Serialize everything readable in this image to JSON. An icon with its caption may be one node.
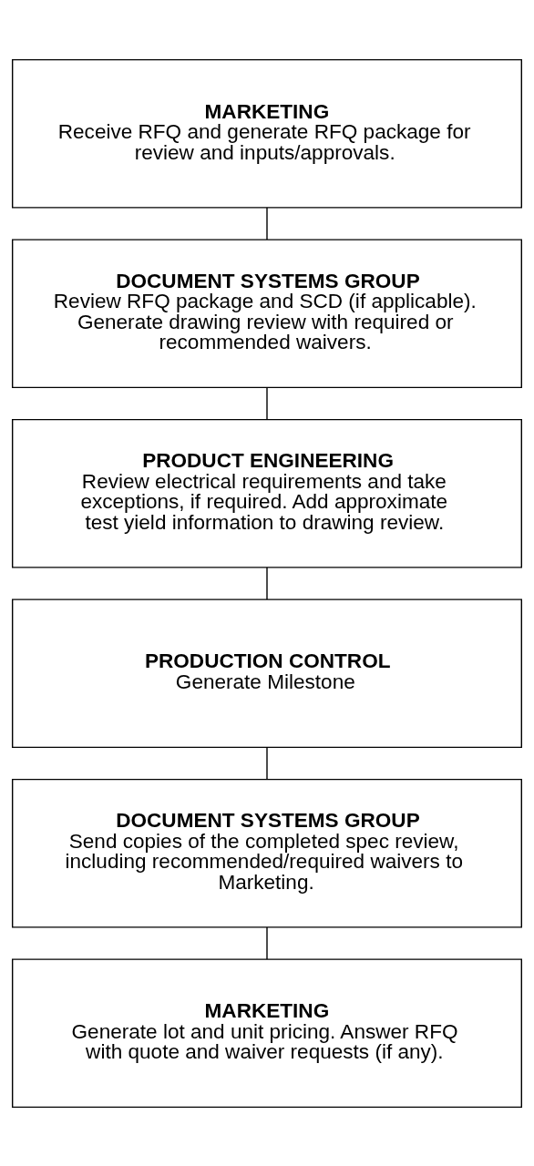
{
  "diagram": {
    "nodes": [
      {
        "text": [
          "MARKETING",
          "Receive RFQ and generate RFQ package for review and inputs/approvals."
        ]
      },
      {
        "text": [
          "DOCUMENT SYSTEMS GROUP",
          "Review RFQ package and SCD (if applicable). Generate drawing review with required or recommended waivers."
        ]
      },
      {
        "text": [
          "PRODUCT ENGINEERING",
          "Review electrical requirements and take exceptions, if required. Add approximate test yield information to drawing review."
        ]
      },
      {
        "text": [
          "PRODUCTION CONTROL",
          "Generate Milestone"
        ]
      },
      {
        "text": [
          "DOCUMENT SYSTEMS GROUP",
          "Send copies of the completed spec review, including recommended/required waivers to Marketing."
        ]
      },
      {
        "text": [
          "MARKETING",
          "Generate lot and unit pricing. Answer RFQ with quote and waiver requests (if any)."
        ]
      }
    ],
    "edges": [
      {
        "from": 0,
        "to": 1,
        "arrow": "none"
      },
      {
        "from": 1,
        "to": 2,
        "arrow": "none"
      },
      {
        "from": 2,
        "to": 3,
        "arrow": "none"
      },
      {
        "from": 3,
        "to": 4,
        "arrow": "none"
      },
      {
        "from": 4,
        "to": 5,
        "arrow": "none"
      }
    ]
  }
}
